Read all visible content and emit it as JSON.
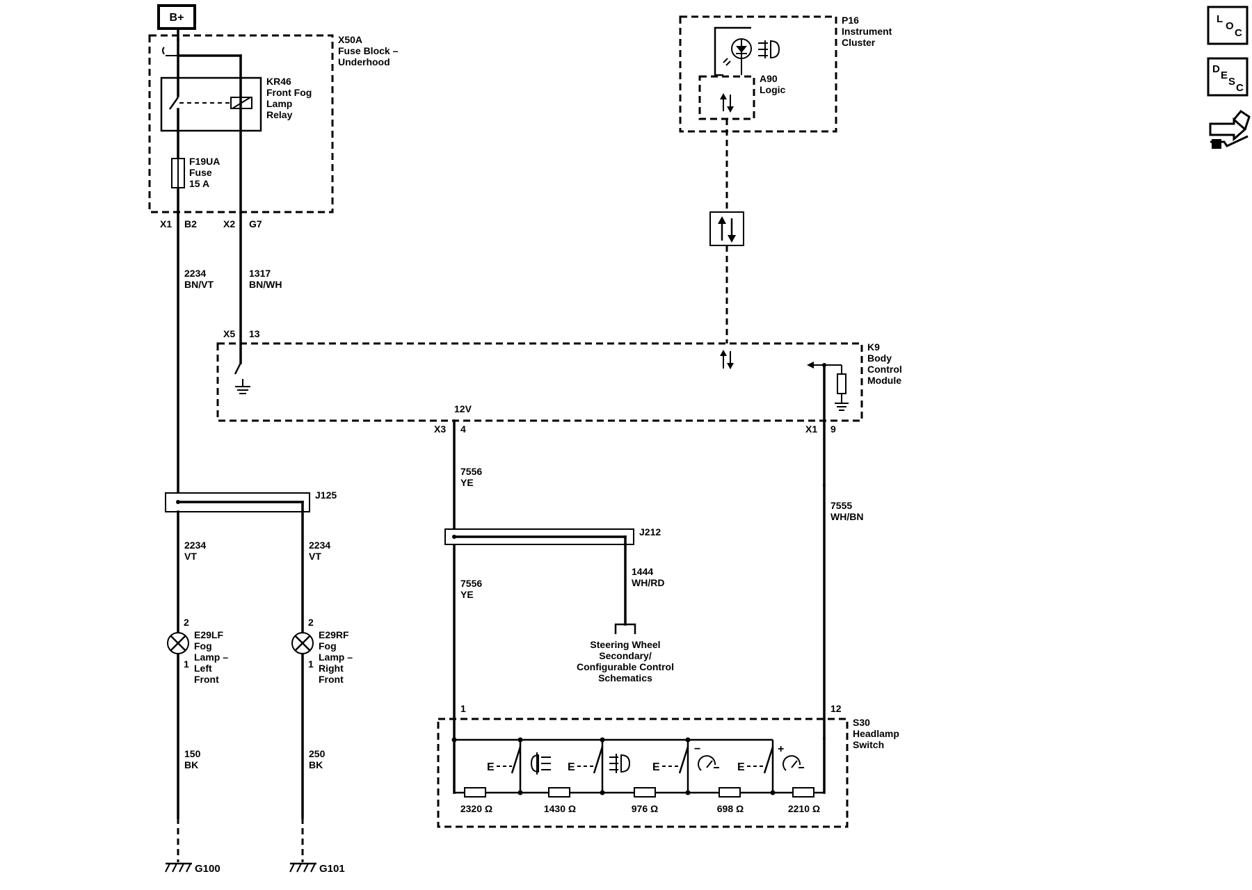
{
  "supply": {
    "b_plus": "B+"
  },
  "fuse_block": {
    "id": "X50A",
    "name": "Fuse Block –",
    "name2": "Underhood",
    "relay_id": "KR46",
    "relay_name": [
      "Front Fog",
      "Lamp",
      "Relay"
    ],
    "fuse_id": "F19UA",
    "fuse_name": "Fuse",
    "fuse_rating": "15 A",
    "pins": {
      "x1": "X1",
      "b2": "B2",
      "x2": "X2",
      "g7": "G7"
    }
  },
  "instrument_cluster": {
    "id": "P16",
    "name": "Instrument",
    "name2": "Cluster",
    "logic_id": "A90",
    "logic_name": "Logic"
  },
  "bcm": {
    "id": "K9",
    "name": [
      "Body",
      "Control",
      "Module"
    ],
    "pins": {
      "x5": "X5",
      "p13": "13",
      "v12": "12V",
      "x3": "X3",
      "p4": "4",
      "x1": "X1",
      "p9": "9"
    }
  },
  "wires": {
    "w2234a": {
      "circuit": "2234",
      "color": "BN/VT"
    },
    "w1317": {
      "circuit": "1317",
      "color": "BN/WH"
    },
    "w2234l": {
      "circuit": "2234",
      "color": "VT"
    },
    "w2234r": {
      "circuit": "2234",
      "color": "VT"
    },
    "w7556a": {
      "circuit": "7556",
      "color": "YE"
    },
    "w7556b": {
      "circuit": "7556",
      "color": "YE"
    },
    "w7555": {
      "circuit": "7555",
      "color": "WH/BN"
    },
    "w1444": {
      "circuit": "1444",
      "color": "WH/RD"
    },
    "w150": {
      "circuit": "150",
      "color": "BK"
    },
    "w250": {
      "circuit": "250",
      "color": "BK"
    }
  },
  "splices": {
    "j125": "J125",
    "j212": "J212"
  },
  "steering_ref": [
    "Steering Wheel",
    "Secondary/",
    "Configurable Control",
    "Schematics"
  ],
  "lamps": {
    "left": {
      "pin_top": "2",
      "pin_bot": "1",
      "id": "E29LF",
      "name": [
        "Fog",
        "Lamp –",
        "Left",
        "Front"
      ]
    },
    "right": {
      "pin_top": "2",
      "pin_bot": "1",
      "id": "E29RF",
      "name": [
        "Fog",
        "Lamp –",
        "Right",
        "Front"
      ]
    }
  },
  "grounds": {
    "left": "G100",
    "right": "G101"
  },
  "headlamp_switch": {
    "id": "S30",
    "name": [
      "Headlamp",
      "Switch"
    ],
    "pin_left": "1",
    "pin_right": "12",
    "resistors": [
      "2320 Ω",
      "1430 Ω",
      "976 Ω",
      "698 Ω",
      "2210 Ω"
    ],
    "minus": "−",
    "plus": "+"
  },
  "nav_icons": {
    "loc": {
      "l": "L",
      "o": "O",
      "c": "C"
    },
    "desc": {
      "d": "D",
      "e": "E",
      "s": "S",
      "c": "C"
    },
    "connector_icon": "connector-icon"
  }
}
